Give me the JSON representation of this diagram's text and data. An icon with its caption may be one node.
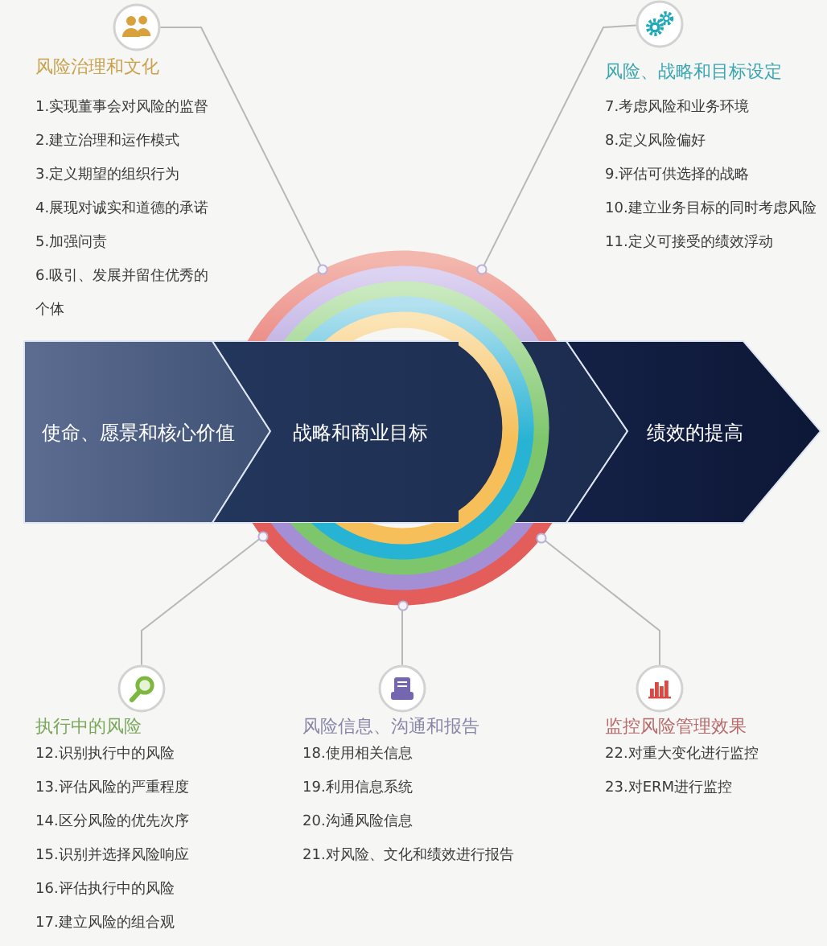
{
  "diagram": {
    "nodes": [
      {
        "text": [
          "风险治理和文化",
          "1.实现董事会对风险的监督",
          "2.建立治理和运作模式",
          "3.定义期望的组织行为",
          "4.展现对诚实和道德的承诺",
          "5.加强问责",
          "6.吸引、发展并留住优秀的个体"
        ]
      },
      {
        "text": [],
        "shape": "circle",
        "in": 0
      },
      {
        "text": [
          "风险、战略和目标设定",
          "7.考虑风险和业务环境",
          "8.定义风险偏好",
          "9.评估可供选择的战略",
          "10.建立业务目标的同时考虑风险",
          "11.定义可接受的绩效浮动"
        ]
      },
      {
        "text": [],
        "shape": "circle",
        "in": 2
      },
      {
        "text": [
          "使命、愿景和核心价值"
        ]
      },
      {
        "text": [
          "战略和商业目标"
        ]
      },
      {
        "text": [
          "绩效的提高"
        ]
      },
      {
        "text": [],
        "shape": "circle"
      },
      {
        "text": [
          "执行中的风险",
          "12.识别执行中的风险",
          "13.评估风险的严重程度",
          "14.区分风险的优先次序",
          "15.识别并选择风险响应",
          "16.评估执行中的风险",
          "17.建立风险的组合观"
        ]
      },
      {
        "text": [],
        "shape": "circle",
        "in": 8
      },
      {
        "text": [
          "风险信息、沟通和报告",
          "18.使用相关信息",
          "19.利用信息系统",
          "20.沟通风险信息",
          "21.对风险、文化和绩效进行报告"
        ]
      },
      {
        "text": [],
        "shape": "circle",
        "in": 10
      },
      {
        "text": [
          "监控风险管理效果",
          "22.对重大变化进行监控",
          "23.对ERM进行监控"
        ]
      },
      {
        "text": [],
        "shape": "circle",
        "in": 12
      }
    ],
    "edges": [
      {
        "from": 1,
        "to": 7,
        "arrow": "none"
      },
      {
        "from": 3,
        "to": 7,
        "arrow": "none"
      },
      {
        "from": 7,
        "to": 9,
        "arrow": "none"
      },
      {
        "from": 7,
        "to": 11,
        "arrow": "none"
      },
      {
        "from": 7,
        "to": 13,
        "arrow": "none"
      }
    ]
  }
}
